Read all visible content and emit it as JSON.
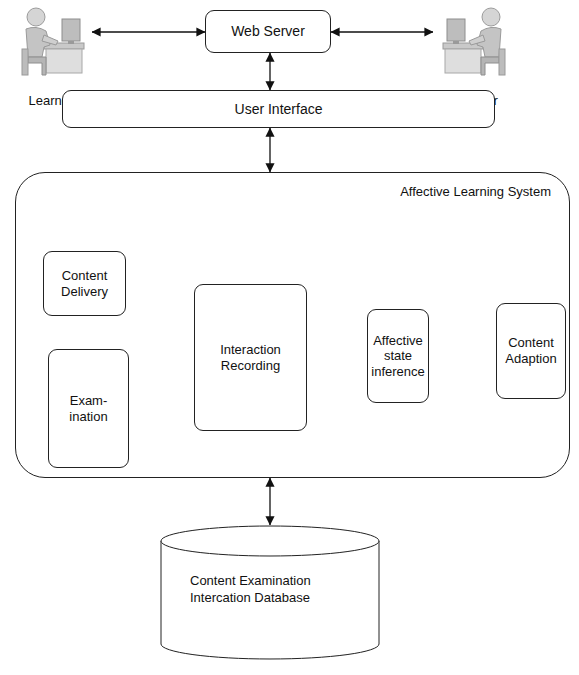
{
  "diagram": {
    "nodes": [
      {
        "text": [
          "Learner"
        ]
      },
      {
        "text": [
          "Web Server"
        ]
      },
      {
        "text": [
          "Learner"
        ]
      },
      {
        "text": [
          "User Interface"
        ]
      },
      {
        "text": [
          "Affective Learning System"
        ]
      },
      {
        "text": [
          "Content Delivery"
        ],
        "in": 4
      },
      {
        "text": [
          "Interaction Recording"
        ],
        "in": 4
      },
      {
        "text": [
          "Affective state inference"
        ],
        "in": 4
      },
      {
        "text": [
          "Content Adaption"
        ],
        "in": 4
      },
      {
        "text": [
          "Exam- ination"
        ],
        "in": 4
      },
      {
        "text": [
          "Content Examination Intercation Database"
        ]
      }
    ],
    "edges": [
      {
        "from": 0,
        "to": 1,
        "arrow": "both"
      },
      {
        "from": 1,
        "to": 2,
        "arrow": "both"
      },
      {
        "from": 1,
        "to": 3,
        "arrow": "both"
      },
      {
        "from": 3,
        "to": 4,
        "arrow": "both"
      },
      {
        "from": 5,
        "to": 6,
        "arrow": "both"
      },
      {
        "from": 9,
        "to": 6,
        "arrow": "both"
      },
      {
        "from": 6,
        "to": 7,
        "arrow": "both"
      },
      {
        "from": 7,
        "to": 8,
        "arrow": "both"
      },
      {
        "from": 4,
        "to": 10,
        "arrow": "both"
      }
    ]
  }
}
